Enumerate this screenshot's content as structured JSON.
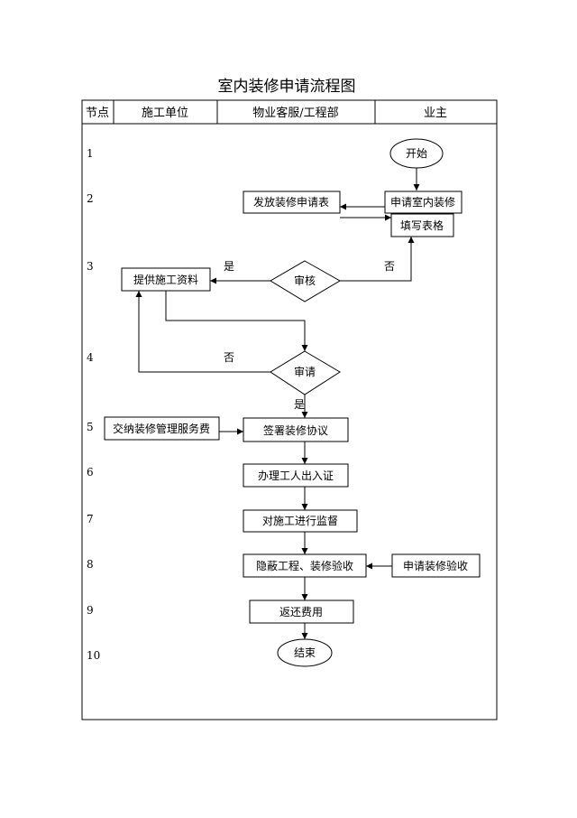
{
  "title": "室内装修申请流程图",
  "header": {
    "col_node": "节点",
    "col_contractor": "施工单位",
    "col_property": "物业客服/工程部",
    "col_owner": "业主"
  },
  "rows": [
    "1",
    "2",
    "3",
    "4",
    "5",
    "6",
    "7",
    "8",
    "9",
    "10"
  ],
  "nodes": {
    "start": "开始",
    "distribute_form": "发放装修申请表",
    "apply_renovation": "申请室内装修",
    "fill_form": "填写表格",
    "provide_docs": "提供施工资料",
    "review": "审核",
    "approve": "审请",
    "pay_fee": "交纳装修管理服务费",
    "sign_agreement": "签署装修协议",
    "worker_pass": "办理工人出入证",
    "supervise": "对施工进行监督",
    "acceptance": "隐蔽工程、装修验收",
    "apply_acceptance": "申请装修验收",
    "refund": "返还费用",
    "end": "结束"
  },
  "edge_labels": {
    "review_yes": "是",
    "review_no": "否",
    "approve_no": "否",
    "approve_yes": "是"
  }
}
